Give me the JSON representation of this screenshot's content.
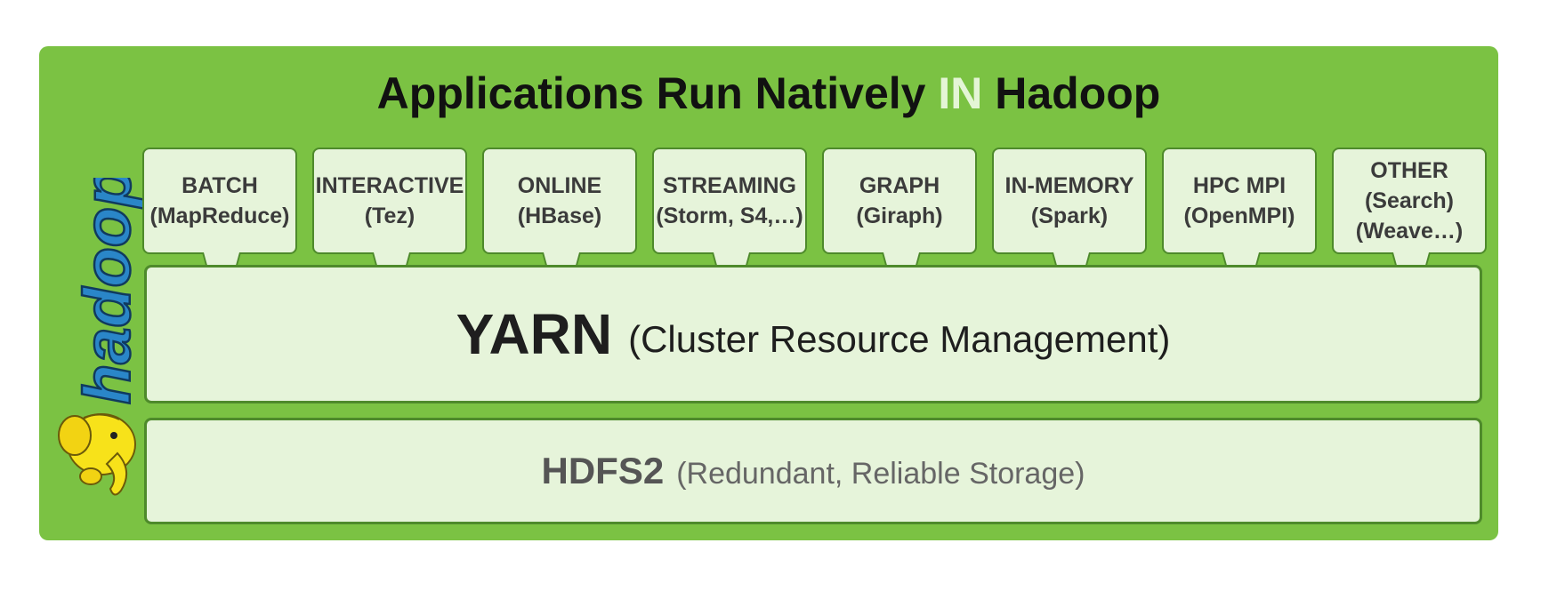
{
  "title": {
    "part1": "Applications Run Natively ",
    "highlight": "IN",
    "part2": " Hadoop"
  },
  "logo": {
    "text": "hadoop",
    "icon": "hadoop-elephant-icon"
  },
  "applications": [
    {
      "line1": "BATCH",
      "line2": "(MapReduce)",
      "line3": ""
    },
    {
      "line1": "INTERACTIVE",
      "line2": "(Tez)",
      "line3": ""
    },
    {
      "line1": "ONLINE",
      "line2": "(HBase)",
      "line3": ""
    },
    {
      "line1": "STREAMING",
      "line2": "(Storm, S4,…)",
      "line3": ""
    },
    {
      "line1": "GRAPH",
      "line2": "(Giraph)",
      "line3": ""
    },
    {
      "line1": "IN-MEMORY",
      "line2": "(Spark)",
      "line3": ""
    },
    {
      "line1": "HPC MPI",
      "line2": "(OpenMPI)",
      "line3": ""
    },
    {
      "line1": "OTHER",
      "line2": "(Search)",
      "line3": "(Weave…)"
    }
  ],
  "yarn": {
    "name": "YARN",
    "description": "(Cluster Resource Management)"
  },
  "hdfs": {
    "name": "HDFS2",
    "description": "(Redundant, Reliable Storage)"
  },
  "colors": {
    "panel": "#7bc243",
    "box_fill": "#e6f4da",
    "box_border": "#4e8a2b",
    "highlight": "#e4f5d6",
    "logo_text": "#2a86c8",
    "elephant": "#f7e21a"
  }
}
